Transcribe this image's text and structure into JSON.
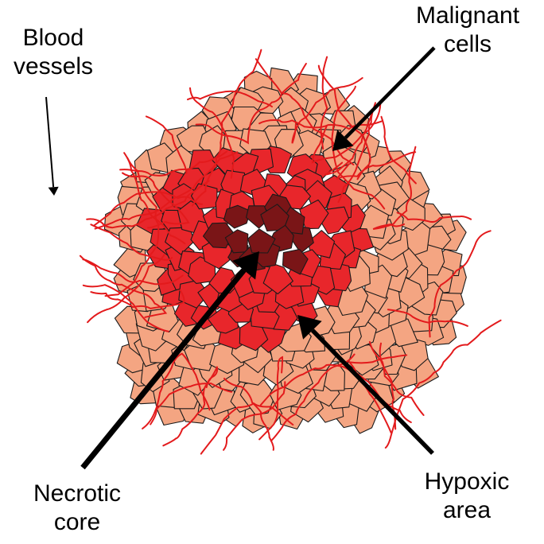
{
  "labels": {
    "blood_vessels": [
      "Blood",
      "vessels"
    ],
    "malignant_cells": [
      "Malignant",
      "cells"
    ],
    "necrotic_core": [
      "Necrotic",
      "core"
    ],
    "hypoxic_area": [
      "Hypoxic",
      "area"
    ]
  },
  "colors": {
    "malignant": "#f4a582",
    "hypoxic": "#e8262b",
    "necrotic": "#7a1517",
    "vessel": "#e31a1c",
    "outline": "#1a1a1a",
    "arrow": "#000000"
  },
  "icons": [
    "tumor-spheroid-illustration",
    "arrow"
  ]
}
